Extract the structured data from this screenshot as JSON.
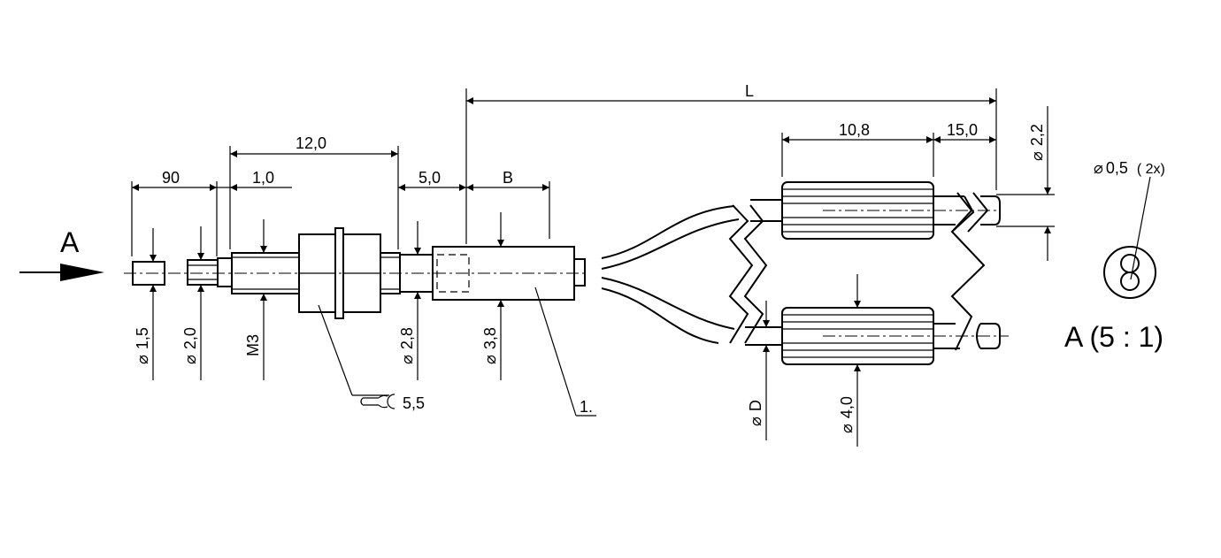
{
  "view_label": "A",
  "detail_label": "A  (5 : 1)",
  "dimensions": {
    "tip_length": "90",
    "thread_offset": "1,0",
    "thread_length": "12,0",
    "sleeve_length": "5,0",
    "housing_B": "B",
    "cable_L": "L",
    "ferrule_length": "10,8",
    "end_length": "15,0",
    "end_diameter": "2,2",
    "tip_diameter": "1,5",
    "thread_shank_diameter": "2,0",
    "thread": "M3",
    "sleeve_diameter": "2,8",
    "housing_diameter": "3,8",
    "fiber_D": "D",
    "ferrule_diameter": "4,0",
    "core_diameter": "0,5",
    "core_count": "( 2x)",
    "wrench_size": "5,5",
    "callout": "1."
  },
  "symbols": {
    "diameter": "⌀",
    "wrench": "wrench-icon"
  }
}
